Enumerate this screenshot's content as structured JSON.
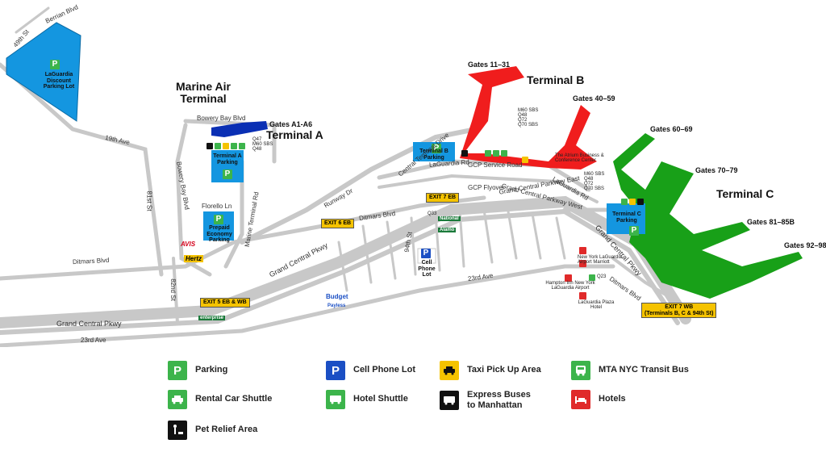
{
  "terminals": {
    "a": {
      "name_line1": "Marine Air",
      "name_line2": "Terminal",
      "label": "Terminal A",
      "gates": "Gates A1-A6"
    },
    "b": {
      "label": "Terminal B",
      "gates_1": "Gates 11–31",
      "gates_2": "Gates 40–59"
    },
    "c": {
      "label": "Terminal C",
      "gates_1": "Gates 60–69",
      "gates_2": "Gates 70–79",
      "gates_3": "Gates 81–85B",
      "gates_4": "Gates 92–98"
    }
  },
  "parking": {
    "discount": "LaGuardia Discount Parking Lot",
    "term_a": "Terminal A Parking",
    "prepaid": "Prepaid Economy Parking",
    "term_b": "Terminal B Parking",
    "term_c": "Terminal C Parking",
    "cell": "Cell Phone Lot",
    "p": "P"
  },
  "roads": {
    "berrian": "Berrian Blvd",
    "st49": "49th St",
    "ave19": "19th Ave",
    "st81": "81st St",
    "bowery_bay_blvd_top": "Bowery Bay Blvd",
    "bowery_bay_blvd_side": "Bowery Bay Blvd",
    "marine_terminal": "Marine Terminal Rd",
    "florello": "Florello Ln",
    "ditmars_left": "Ditmars Blvd",
    "ditmars_mid": "Ditmars Blvd",
    "ditmars_right": "Ditmars Blvd",
    "st82": "82nd St",
    "gcp_left": "Grand Central Pkwy",
    "gcp_mid": "Grand Central Pkwy",
    "gcp_right": "Grand Central Pkwy",
    "gcp_east": "Grand Central Parkway East",
    "gcp_west": "Grand Central Parkway West",
    "ave23_left": "23rd Ave",
    "ave23_mid": "23rd Ave",
    "runway": "Runway Dr",
    "central_terminal": "Central Terminal Drive",
    "laguardia_rd": "LaGuardia Rd",
    "laguardia_rd_2": "LaGuardia Rd",
    "gcp_service": "GCP Service Road",
    "gcp_flyover": "GCP Flyover",
    "st94": "94th St"
  },
  "exits": {
    "exit5": "EXIT 5 EB & WB",
    "exit6": "EXIT 6 EB",
    "exit7eb": "EXIT 7 EB",
    "exit7wb_1": "EXIT 7 WB",
    "exit7wb_2": "(Terminals B, C & 94th St)"
  },
  "buses": {
    "term_a": [
      "Q47",
      "M60 SBS",
      "Q48"
    ],
    "term_b": [
      "M60 SBS",
      "Q48",
      "Q72",
      "Q70 SBS"
    ],
    "term_c": [
      "M60 SBS",
      "Q48",
      "Q72",
      "Q70 SBS"
    ],
    "ditmars": "Q33",
    "hotel": "Q23"
  },
  "places": {
    "atrium": "The Atrium Business & Conference Center",
    "marriott": "New York LaGuardia Airport Marriott",
    "hampton": "Hampton Inn New York LaGuardia Airport",
    "plaza": "LaGuardia Plaza Hotel"
  },
  "brands": {
    "avis": "AVIS",
    "hertz": "Hertz",
    "budget": "Budget",
    "payless": "Payless",
    "enterprise": "enterprise",
    "national": "National",
    "alamo": "Alamo"
  },
  "legend": {
    "parking": "Parking",
    "cell_phone": "Cell Phone Lot",
    "taxi": "Taxi Pick Up Area",
    "mta": "MTA NYC Transit Bus",
    "rental": "Rental Car Shuttle",
    "hotel_shuttle": "Hotel Shuttle",
    "express_1": "Express Buses",
    "express_2": "to Manhattan",
    "hotels": "Hotels",
    "pet": "Pet Relief Area"
  },
  "colors": {
    "terminal_a": "#0a2fb4",
    "terminal_b": "#f01d1d",
    "terminal_c": "#18a018",
    "parking_blue": "#1496e0",
    "parking_green": "#3cb44b",
    "road_gray": "#c8c8c8",
    "exit_yellow": "#f5c300"
  }
}
